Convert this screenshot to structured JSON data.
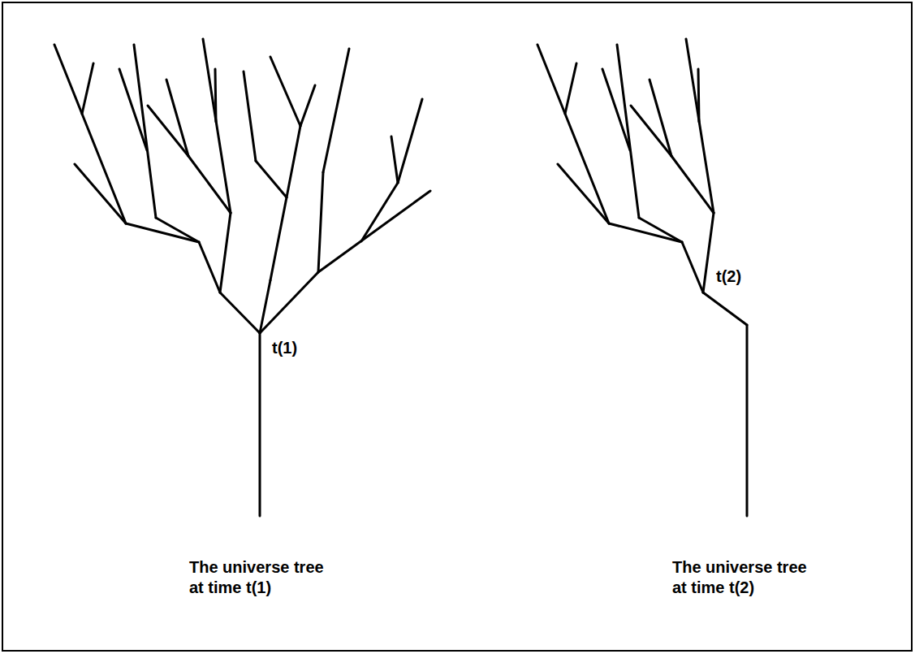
{
  "diagram": {
    "labels": [
      "t(1)",
      "t(2)",
      "The universe tree at time t(1)",
      "The universe tree at time t(2)"
    ]
  }
}
